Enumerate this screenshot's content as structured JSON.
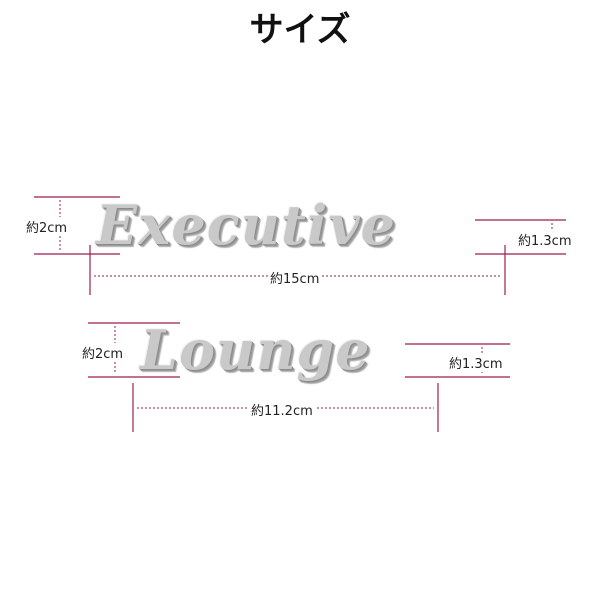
{
  "title": "サイズ",
  "accent_color": "#9e1e4e",
  "emblems": [
    {
      "text": "Executive",
      "height_label": "約2cm",
      "small_height_label": "約1.3cm",
      "width_label": "約15cm"
    },
    {
      "text": "Lounge",
      "height_label": "約2cm",
      "small_height_label": "約1.3cm",
      "width_label": "約11.2cm"
    }
  ]
}
